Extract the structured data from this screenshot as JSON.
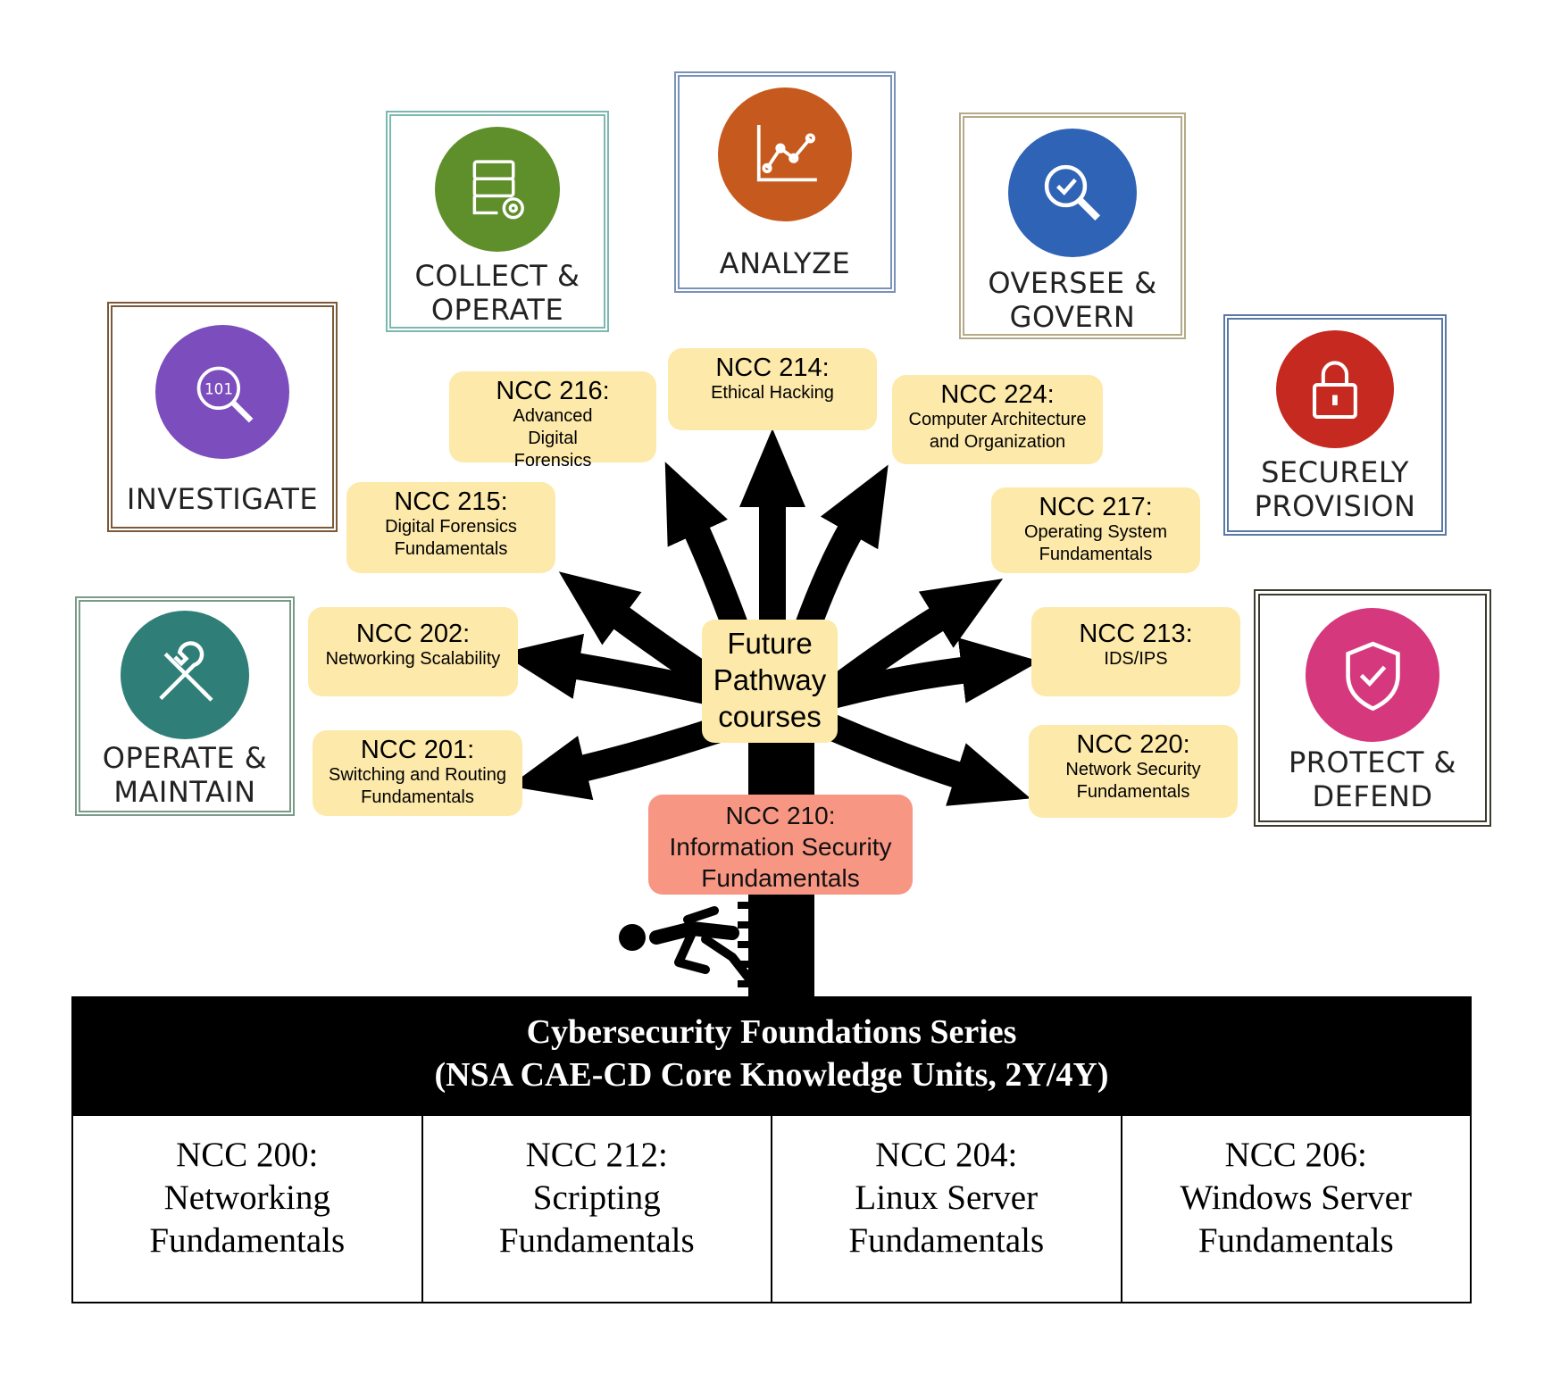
{
  "categories": {
    "investigate": {
      "lines": [
        "INVESTIGATE"
      ],
      "color": "#7c4dbd",
      "icon": "binary-search-icon"
    },
    "collect": {
      "lines": [
        "COLLECT &",
        "OPERATE"
      ],
      "color": "#5f8f2a",
      "icon": "server-gear-icon"
    },
    "analyze": {
      "lines": [
        "ANALYZE"
      ],
      "color": "#c65a1e",
      "icon": "line-graph-icon"
    },
    "oversee": {
      "lines": [
        "OVERSEE &",
        "GOVERN"
      ],
      "color": "#2f63b5",
      "icon": "magnifier-check-icon"
    },
    "provision": {
      "lines": [
        "SECURELY",
        "PROVISION"
      ],
      "color": "#c6291f",
      "icon": "padlock-icon"
    },
    "operate": {
      "lines": [
        "OPERATE &",
        "MAINTAIN"
      ],
      "color": "#2f7f78",
      "icon": "wrench-screwdriver-icon"
    },
    "protect": {
      "lines": [
        "PROTECT &",
        "DEFEND"
      ],
      "color": "#d6387e",
      "icon": "shield-check-icon"
    }
  },
  "courses": {
    "ncc216": {
      "code": "NCC 216:",
      "name": "Advanced Digital Forensics"
    },
    "ncc214": {
      "code": "NCC 214:",
      "name": "Ethical Hacking"
    },
    "ncc224": {
      "code": "NCC 224:",
      "name": "Computer Architecture and Organization"
    },
    "ncc215": {
      "code": "NCC 215:",
      "name": "Digital Forensics Fundamentals"
    },
    "ncc217": {
      "code": "NCC 217:",
      "name": "Operating System Fundamentals"
    },
    "ncc202": {
      "code": "NCC 202:",
      "name": "Networking Scalability"
    },
    "ncc213": {
      "code": "NCC 213:",
      "name": "IDS/IPS"
    },
    "ncc201": {
      "code": "NCC 201:",
      "name": "Switching and Routing Fundamentals"
    },
    "ncc220": {
      "code": "NCC 220:",
      "name": "Network Security Fundamentals"
    }
  },
  "future": {
    "lines": [
      "Future",
      "Pathway",
      "courses"
    ]
  },
  "ncc210": {
    "lines": [
      "NCC 210:",
      "Information Security",
      "Fundamentals"
    ]
  },
  "foundations": {
    "title": "Cybersecurity Foundations Series",
    "subtitle": "(NSA CAE-CD Core Knowledge Units, 2Y/4Y)",
    "cells": [
      {
        "lines": [
          "NCC 200:",
          "Networking",
          "Fundamentals"
        ]
      },
      {
        "lines": [
          "NCC 212:",
          "Scripting",
          "Fundamentals"
        ]
      },
      {
        "lines": [
          "NCC 204:",
          "Linux Server",
          "Fundamentals"
        ]
      },
      {
        "lines": [
          "NCC 206:",
          "Windows Server",
          "Fundamentals"
        ]
      }
    ]
  }
}
